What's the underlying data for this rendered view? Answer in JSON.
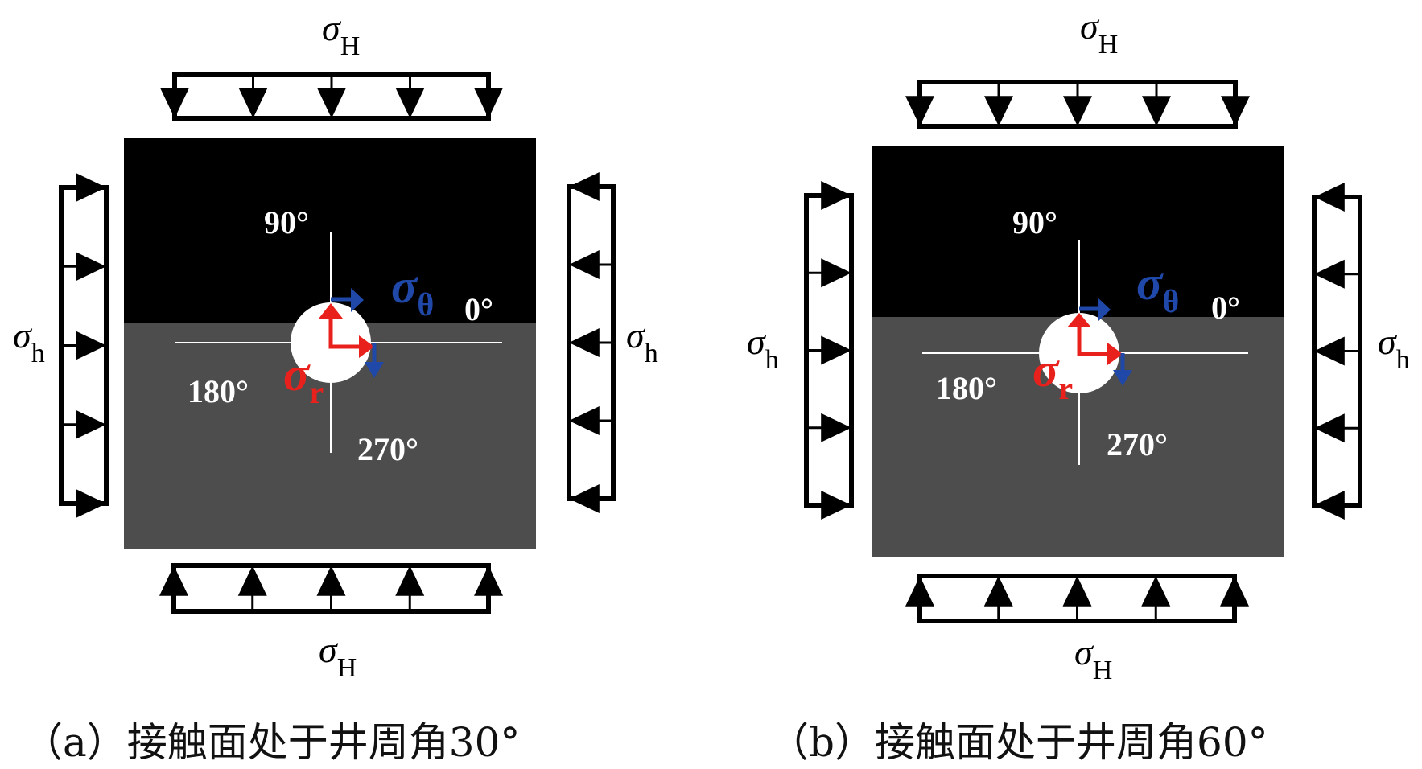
{
  "colors": {
    "rock_upper": "#000000",
    "rock_lower": "#4d4d4d",
    "borehole": "#ffffff",
    "sigma_r": "#e8211d",
    "sigma_theta": "#1f48a8",
    "load": "#000000",
    "axis_lines": "#ffffff"
  },
  "symbols": {
    "sigma": "σ",
    "H": "H",
    "h": "h",
    "theta": "θ",
    "r": "r"
  },
  "panels": [
    {
      "id": "a",
      "contact_angle_deg": 30,
      "angle_labels": {
        "a0": "0°",
        "a90": "90°",
        "a180": "180°",
        "a270": "270°"
      },
      "caption": "（a）接触面处于井周角30°",
      "top_load": {
        "symbol": "σ",
        "subscript": "H",
        "arrow_count": 5,
        "direction": "down"
      },
      "bottom_load": {
        "symbol": "σ",
        "subscript": "H",
        "arrow_count": 5,
        "direction": "up"
      },
      "left_load": {
        "symbol": "σ",
        "subscript": "h",
        "arrow_count": 5,
        "direction": "right"
      },
      "right_load": {
        "symbol": "σ",
        "subscript": "h",
        "arrow_count": 5,
        "direction": "left"
      },
      "stress_labels": {
        "radial": "σ",
        "radial_sub": "r",
        "hoop": "σ",
        "hoop_sub": "θ"
      }
    },
    {
      "id": "b",
      "contact_angle_deg": 60,
      "angle_labels": {
        "a0": "0°",
        "a90": "90°",
        "a180": "180°",
        "a270": "270°"
      },
      "caption": "（b）接触面处于井周角60°",
      "top_load": {
        "symbol": "σ",
        "subscript": "H",
        "arrow_count": 5,
        "direction": "down"
      },
      "bottom_load": {
        "symbol": "σ",
        "subscript": "H",
        "arrow_count": 5,
        "direction": "up"
      },
      "left_load": {
        "symbol": "σ",
        "subscript": "h",
        "arrow_count": 5,
        "direction": "right"
      },
      "right_load": {
        "symbol": "σ",
        "subscript": "h",
        "arrow_count": 5,
        "direction": "left"
      },
      "stress_labels": {
        "radial": "σ",
        "radial_sub": "r",
        "hoop": "σ",
        "hoop_sub": "θ"
      }
    }
  ]
}
